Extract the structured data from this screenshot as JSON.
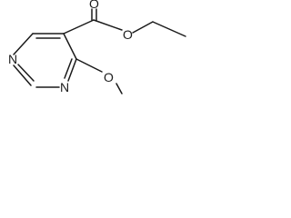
{
  "molecule": {
    "atoms": {
      "n_top": "N",
      "n_bottom": "N",
      "o_carbonyl": "O",
      "o_ester": "O",
      "o_methoxy": "O"
    },
    "colors": {
      "ink": "#1a1a1a",
      "background": "#ffffff"
    }
  }
}
